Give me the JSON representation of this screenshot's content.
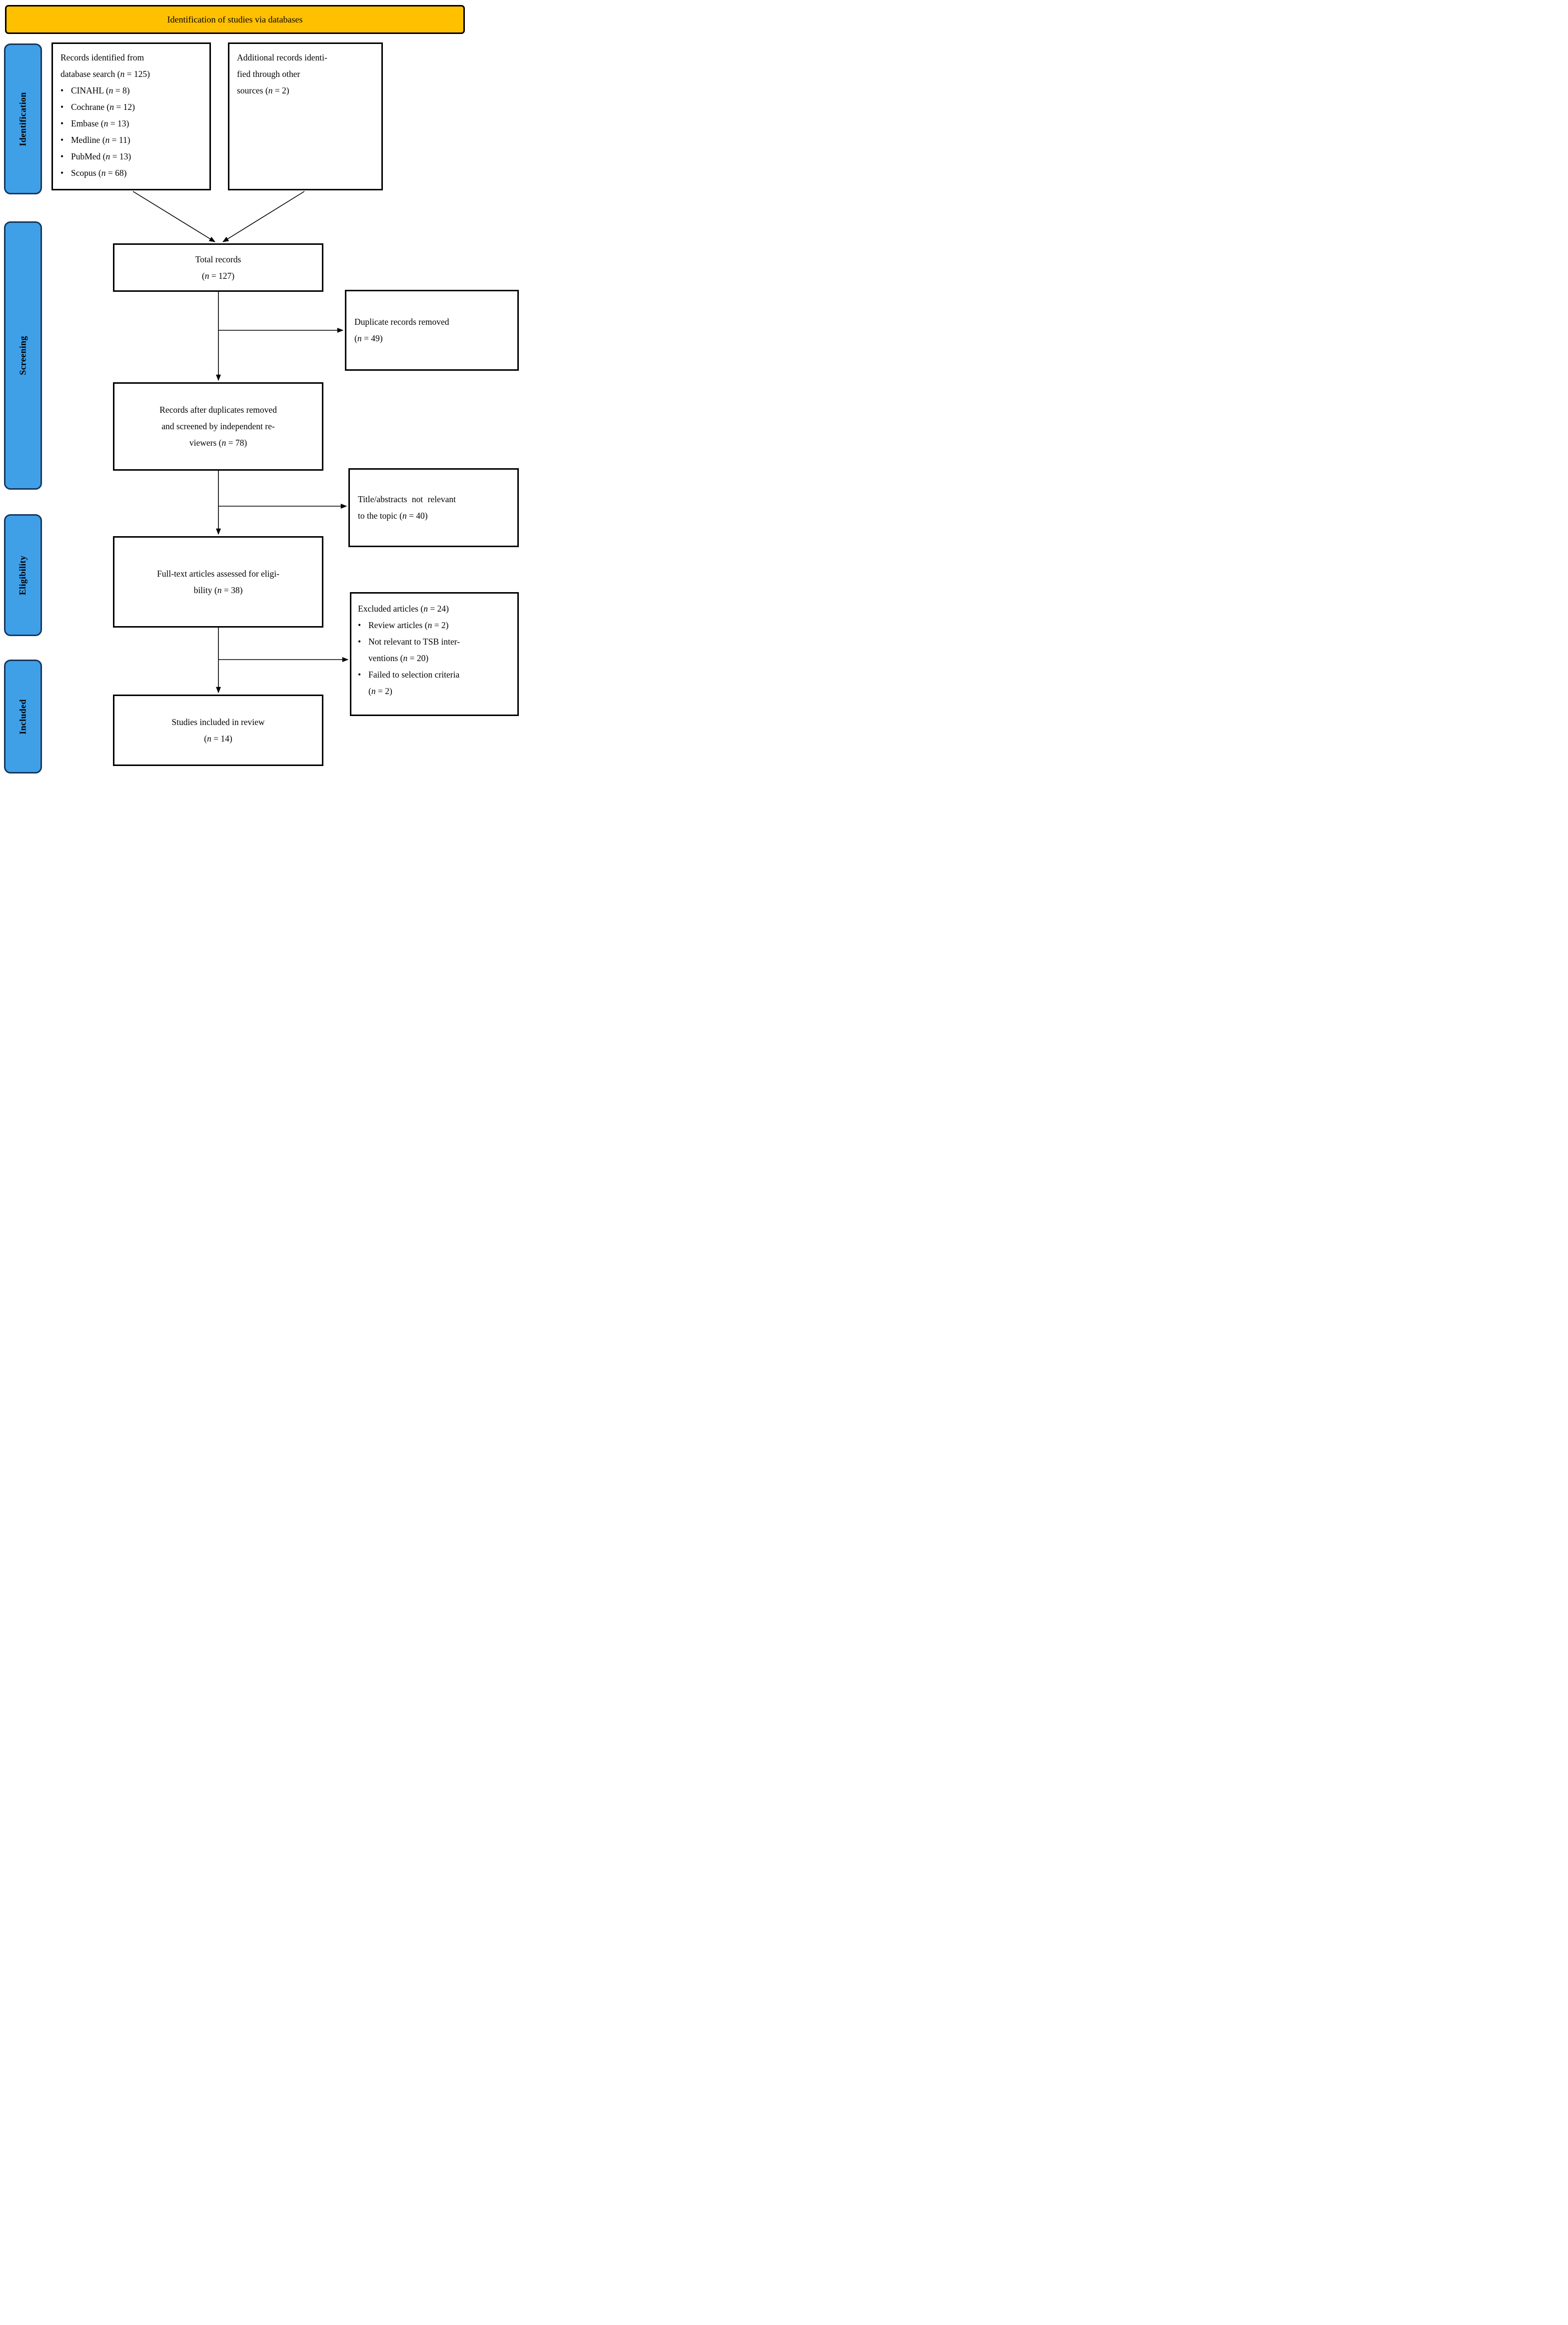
{
  "banner": {
    "title": "Identification of studies via databases"
  },
  "stages": [
    {
      "label": "Identification"
    },
    {
      "label": "Screening"
    },
    {
      "label": "Eligibility"
    },
    {
      "label": "Included"
    }
  ],
  "boxes": {
    "records_identified": {
      "lines": [
        "Records identified from",
        "database search (n = 125)"
      ],
      "bullets": [
        "CINAHL (n = 8)",
        "Cochrane (n = 12)",
        "Embase (n = 13)",
        "Medline (n = 11)",
        "PubMed (n = 13)",
        "Scopus (n = 68)"
      ]
    },
    "additional_records": {
      "lines": [
        "Additional records identi-",
        "fied through other",
        "sources (n = 2)"
      ]
    },
    "total_records": {
      "lines": [
        "Total records",
        "(n = 127)"
      ]
    },
    "duplicates_removed": {
      "lines": [
        "Duplicate records removed",
        "(n = 49)"
      ]
    },
    "records_screened": {
      "lines": [
        "Records after duplicates removed",
        "and screened by independent re-",
        "viewers (n = 78)"
      ]
    },
    "titles_not_relevant": {
      "lines": [
        "Title/abstracts not relevant",
        "to the topic (n = 40)"
      ]
    },
    "fulltext_assessed": {
      "lines": [
        "Full-text articles assessed for eligi-",
        "bility (n = 38)"
      ]
    },
    "excluded_articles": {
      "title": "Excluded articles (n = 24)",
      "bullets": [
        [
          "Review articles (n = 2)"
        ],
        [
          "Not relevant to TSB inter-",
          "ventions (n = 20)"
        ],
        [
          "Failed to selection criteria",
          "(n = 2)"
        ]
      ]
    },
    "studies_included": {
      "lines": [
        "Studies included in review",
        "(n = 14)"
      ]
    }
  },
  "colors": {
    "banner_fill": "#FFC000",
    "stage_fill": "#3FA0E8",
    "stage_border": "#17375E",
    "box_border": "#000000",
    "arrow": "#000000"
  }
}
